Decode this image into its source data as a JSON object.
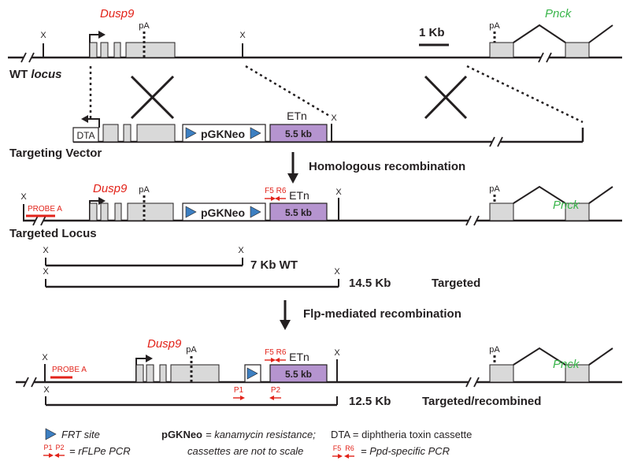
{
  "rows": {
    "wt": {
      "label_a": "WT",
      "label_b": "locus"
    },
    "vector": {
      "label": "Targeting Vector"
    },
    "targeted": {
      "label": "Targeted Locus"
    }
  },
  "genes": {
    "dusp9": "Dusp9",
    "pnck": "Pnck"
  },
  "marks": {
    "restriction_site": "X",
    "polyA": "pA",
    "probe": "PROBE A",
    "dta": "DTA",
    "neo": "pGKNeo",
    "etn": "ETn",
    "etn_size": "5.5 kb",
    "scale_bar": "1 Kb"
  },
  "primers": {
    "f5": "F5",
    "r6": "R6",
    "p1": "P1",
    "p2": "P2"
  },
  "steps": {
    "homologous": "Homologous recombination",
    "flp": "Flp-mediated recombination"
  },
  "fragments": {
    "wt": "7 Kb WT",
    "targeted_size": "14.5 Kb",
    "targeted_label": "Targeted",
    "recombined_size": "12.5 Kb",
    "recombined_label": "Targeted/recombined"
  },
  "legend": {
    "frt": "FRT site",
    "pcr_rflpe": "= rFLPe PCR",
    "neo_name": "pGKNeo",
    "neo_desc": "= kanamycin resistance;",
    "scale_note": "cassettes are not to scale",
    "dta": "DTA = diphtheria toxin cassette",
    "pcr_ppd": "= Ppd-specific PCR"
  },
  "colors": {
    "red": "#e2231a",
    "green": "#39b54a",
    "exon": "#d9d9d9",
    "etn": "#b594cf",
    "frt": "#3d7fc1"
  }
}
